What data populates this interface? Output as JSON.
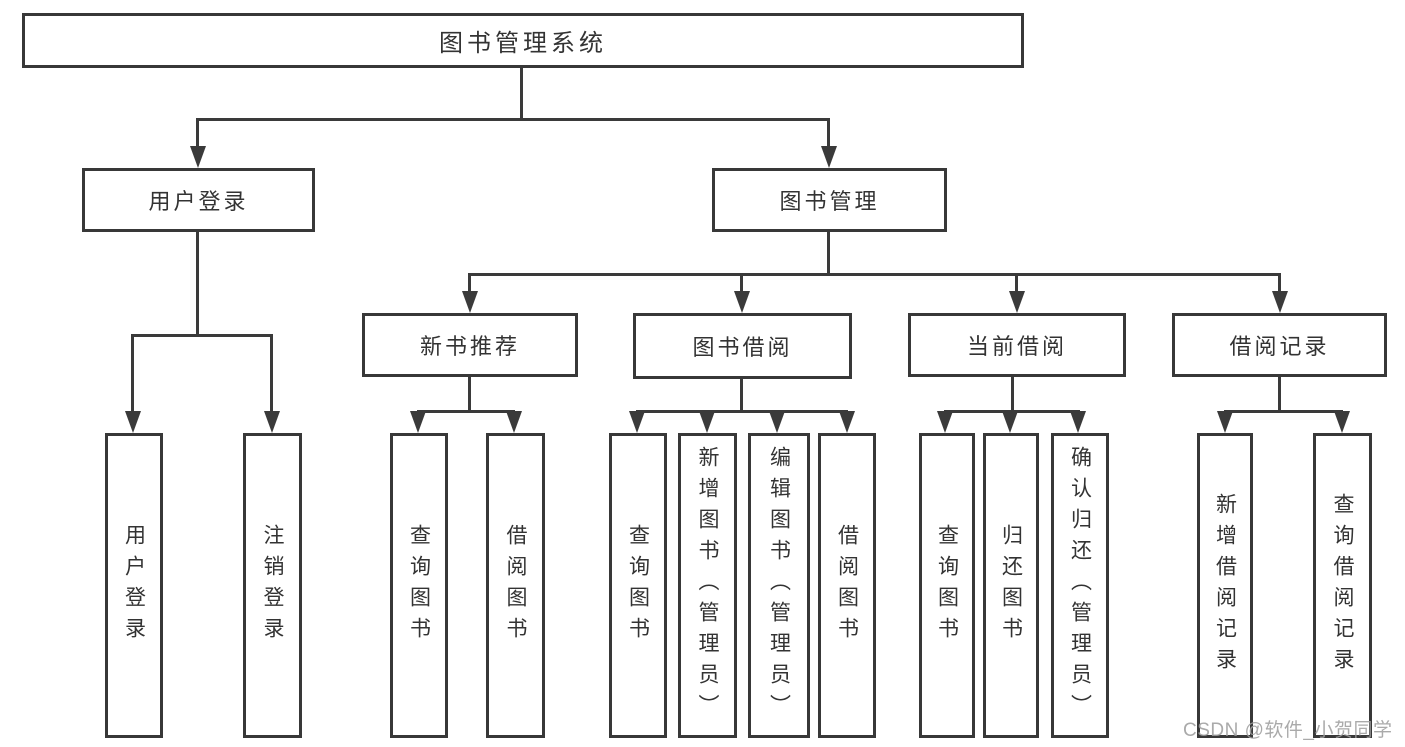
{
  "diagram_title": "图书管理系统",
  "nodes": {
    "root": "图书管理系统",
    "l2": [
      "用户登录",
      "图书管理"
    ],
    "l3": [
      "新书推荐",
      "图书借阅",
      "当前借阅",
      "借阅记录"
    ],
    "g1": [
      "用户登录",
      "注销登录"
    ],
    "g2": [
      "查询图书",
      "借阅图书"
    ],
    "g3": [
      "查询图书",
      "新增图书（管理员）",
      "编辑图书（管理员）",
      "借阅图书"
    ],
    "g4": [
      "查询图书",
      "归还图书",
      "确认归还（管理员）"
    ],
    "g5": [
      "新增借阅记录",
      "查询借阅记录"
    ]
  },
  "hierarchy": {
    "图书管理系统": {
      "用户登录": [
        "用户登录",
        "注销登录"
      ],
      "图书管理": {
        "新书推荐": [
          "查询图书",
          "借阅图书"
        ],
        "图书借阅": [
          "查询图书",
          "新增图书（管理员）",
          "编辑图书（管理员）",
          "借阅图书"
        ],
        "当前借阅": [
          "查询图书",
          "归还图书",
          "确认归还（管理员）"
        ],
        "借阅记录": [
          "新增借阅记录",
          "查询借阅记录"
        ]
      }
    }
  },
  "watermark": "CSDN @软件_小贺同学",
  "colors": {
    "line": "#3a3a3a",
    "border": "#383838",
    "text": "#333333",
    "watermark": "#9e9e9e",
    "background": "#ffffff"
  }
}
